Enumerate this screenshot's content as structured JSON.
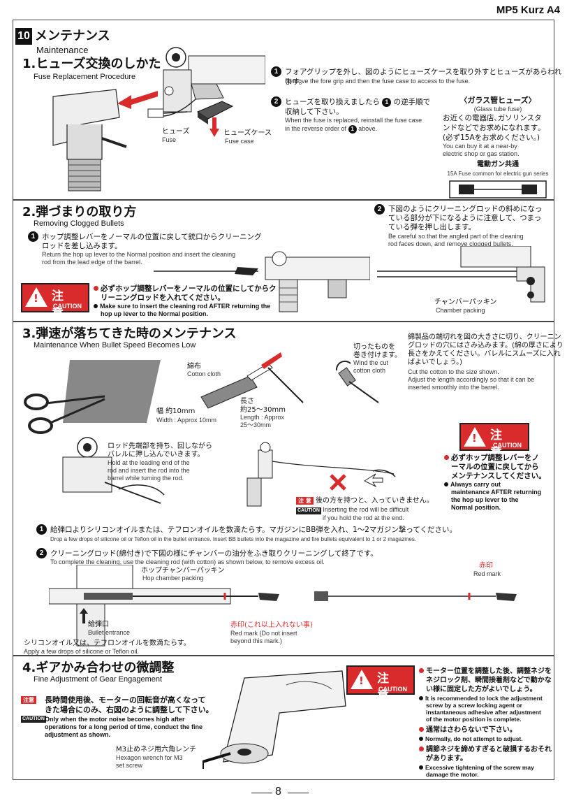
{
  "header": {
    "title": "MP5 Kurz A4"
  },
  "page": {
    "number": "8"
  },
  "s10": {
    "badge": "10",
    "title_jp": "メンテナンス",
    "title_en": "Maintenance"
  },
  "s1": {
    "title_jp": "1.ヒューズ交換のしかた",
    "title_en": "Fuse Replacement Procedure",
    "step1_num": "1",
    "step1_jp": "フォアグリップを外し、図のようにヒューズケースを取り外すとヒューズがあらわれます。",
    "step1_en": "Remove the fore grip and then the fuse case to access to the fuse.",
    "step2_num": "2",
    "step2_jp_a": "ヒューズを取り換えましたら",
    "step2_jp_num": "1",
    "step2_jp_b": "の逆手順で",
    "step2_jp_c": "収納して下さい。",
    "step2_en_a": "When the fuse is replaced, reinstall the fuse case",
    "step2_en_b": "in the reverse order of",
    "step2_en_num": "1",
    "step2_en_c": "above.",
    "fuse_jp": "ヒューズ",
    "fuse_en": "Fuse",
    "fusecase_jp": "ヒューズケース",
    "fusecase_en": "Fuse case",
    "glass": {
      "title_jp": "〈ガラス管ヒューズ〉",
      "title_en": "(Glass tube fuse)",
      "body_jp_1": "お近くの電器店､ガソリンスタ",
      "body_jp_2": "ンドなどでお求めになれます｡",
      "body_jp_3": "(必ず15Aをお求めください。)",
      "body_en_1": "You can buy it at a near-by",
      "body_en_2": "electric shop or gas station.",
      "common_jp": "電動ガン共通",
      "common_en": "15A Fuse common for electric gun series"
    }
  },
  "s2": {
    "title_jp": "2.弾づまりの取り方",
    "title_en": "Removing Clogged Bullets",
    "step1_num": "1",
    "step1_jp_1": "ホップ調整レバーをノーマルの位置に戻して銃口からクリーニング",
    "step1_jp_2": "ロッドを差し込みます。",
    "step1_en_1": "Return the hop up lever to the Normal position and insert the cleaning",
    "step1_en_2": "rod from the lead edge of the barrel.",
    "step2_num": "2",
    "step2_jp_1": "下図のようにクリーニングロッドの斜めになっ",
    "step2_jp_2": "ている部分が下になるように注意して、つまっ",
    "step2_jp_3": "ている弾を押し出します。",
    "step2_en_1": "Be careful so that the angled part of the cleaning",
    "step2_en_2": "rod faces down, and remove clogged bullets.",
    "caution_jp": "注 意",
    "caution_en": "CAUTION",
    "caution_text_jp_1": "必ずホップ調整レバーをノーマルの位置にしてからク",
    "caution_text_jp_2": "リーニングロッドを入れてください。",
    "caution_text_en_1": "Make sure to insert the cleaning rod AFTER returning the",
    "caution_text_en_2": "hop up lever to the Normal position.",
    "chamber_jp": "チャンバーパッキン",
    "chamber_en": "Chamber packing"
  },
  "s3": {
    "title_jp": "3.弾速が落ちてきた時のメンテナンス",
    "title_en": "Maintenance When Bullet Speed Becomes Low",
    "cotton_jp": "綿布",
    "cotton_en": "Cotton cloth",
    "width_jp": "幅 約10mm",
    "width_en": "Width : Approx  10mm",
    "length_jp_1": "長さ",
    "length_jp_2": "約25～30mm",
    "length_en_1": "Length : Approx",
    "length_en_2": "25～30mm",
    "wind_jp_1": "切ったものを",
    "wind_jp_2": "巻き付けます。",
    "wind_en_1": "Wind the cut",
    "wind_en_2": "cotton cloth",
    "cut_jp_1": "綿製品の端切れを図の大きさに切り、クリーニン",
    "cut_jp_2": "グロッドの穴にはさみ込みます。(綿の厚さにより",
    "cut_jp_3": "長さをかえてください。バレルにスムーズに入れ",
    "cut_jp_4": "ばよいでしょう。)",
    "cut_en_1": "Cut the cotton to the size shown.",
    "cut_en_2": "Adjust the length accordingly so that it can be",
    "cut_en_3": "inserted smoothly into the barrel.",
    "hold_jp_1": "ロッド先端部を持ち、回しながら",
    "hold_jp_2": "バレルに押し込んでいきます。",
    "hold_en_1": "Hold at the leading end of the",
    "hold_en_2": "rod and insert the rod into the",
    "hold_en_3": "barrel while turning the rod.",
    "caution_jp": "注 意",
    "caution_en": "CAUTION",
    "caution_text_jp_1": "必ずホップ調整レバーをノ",
    "caution_text_jp_2": "ーマルの位置に戻してから",
    "caution_text_jp_3": "メンテナンスしてください。",
    "caution_text_en_1": "Always carry out",
    "caution_text_en_2": "maintenance AFTER returning",
    "caution_text_en_3": "the hop up lever to the",
    "caution_text_en_4": "Normal position.",
    "rear_tag": "注 意",
    "rear_tag_en": "CAUTION",
    "rear_jp": "後の方を持つと、入っていきません。",
    "rear_en_1": "Inserting the rod will be difficult",
    "rear_en_2": "if you hold the rod at the end.",
    "step1_num": "1",
    "step1_jp": "給弾口よりシリコンオイルまたは、テフロンオイルを数滴たらす。マガジンにBB弾を入れ、1～2マガジン撃ってください。",
    "step1_en": "Drop a few drops of silicone oil or Teflon oil in the bullet entrance.  Insert BB bullets into the magazine and fire bullets equivalent to 1 or 2 magazines.",
    "step2_num": "2",
    "step2_jp": "クリーニングロッド(綿付き)で下図の様にチャンバーの油分をふき取りクリーニングして終了です。",
    "step2_en": "To complete the cleaning, use the cleaning rod (with cotton) as shown below, to remove excess oil.",
    "hopchamber_jp": "ホップチャンバーパッキン",
    "hopchamber_en": "Hop chamber packing",
    "redmark_jp": "赤印",
    "redmark_en": "Red mark",
    "entrance_jp": "給弾口",
    "entrance_en": "Bullet entrance",
    "redmark2_jp": "赤印(これ以上入れない事)",
    "redmark2_en_1": "Red mark (Do not insert",
    "redmark2_en_2": "beyond this mark.)",
    "silicone_jp": "シリコンオイル又は、テフロンオイルを数滴たらす。",
    "silicone_en": "Apply a few drops of silicone or Teflon oil."
  },
  "s4": {
    "title_jp": "4.ギアかみ合わせの微調整",
    "title_en": "Fine Adjustment of Gear Engagement",
    "tag_jp": "注意",
    "tag_en": "CAUTION",
    "intro_jp_1": "長時間使用後、モーターの回転音が高くなって",
    "intro_jp_2": "きた場合にのみ、右図のように調整して下さい。",
    "intro_en_1": "Only when the motor noise becomes high after",
    "intro_en_2": "operations for a long period of time, conduct the fine",
    "intro_en_3": "adjustment as shown.",
    "wrench_jp": "M3止めネジ用六角レンチ",
    "wrench_en_1": "Hexagon wrench for M3",
    "wrench_en_2": "set screw",
    "caution_jp": "注 意",
    "caution_en": "CAUTION",
    "c1_jp_1": "モーター位置を調整した後、調整ネジを",
    "c1_jp_2": "ネジロック剤、瞬間接着剤などで動かな",
    "c1_jp_3": "い様に固定した方がよいでしょう。",
    "c1_en_1": "It is recommended to lock the adjustment",
    "c1_en_2": "screw by a screw locking agent or",
    "c1_en_3": "instantaneous adhesive after adjustment",
    "c1_en_4": "of the motor position is complete.",
    "c2_jp": "通常はさわらないで下さい。",
    "c2_en": "Normally, do not attempt to adjust.",
    "c3_jp_1": "調節ネジを締めすぎると破損するおそれ",
    "c3_jp_2": "があります。",
    "c3_en_1": "Excessive tightening of the screw may",
    "c3_en_2": "damage the motor."
  },
  "colors": {
    "caution_red": "#d92b2b",
    "ink": "#111111"
  }
}
